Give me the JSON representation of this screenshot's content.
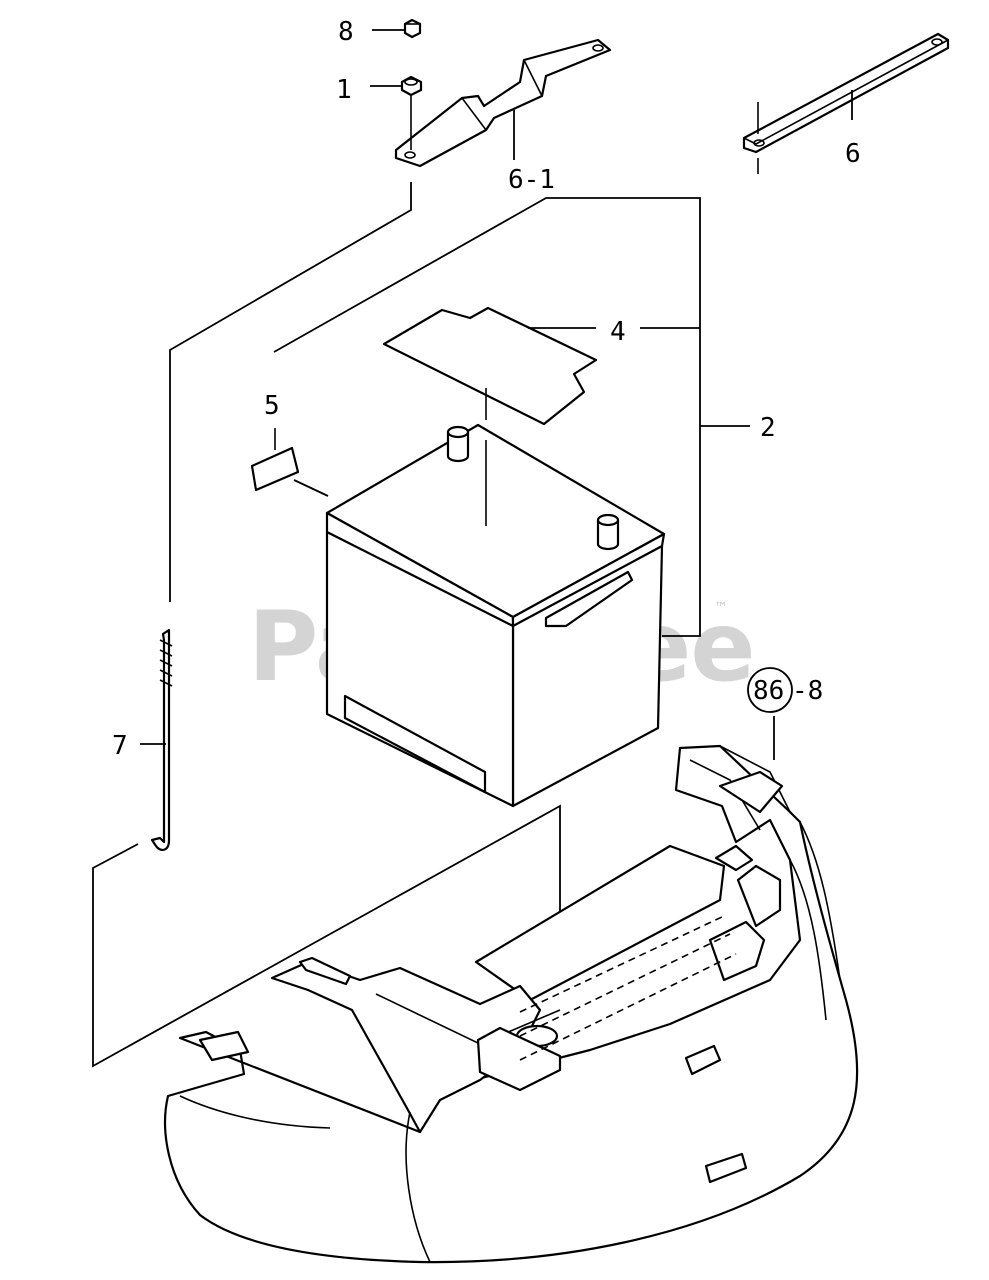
{
  "watermark": {
    "text": "PartsTree",
    "trademark": "™"
  },
  "callouts": {
    "part_8": "8",
    "part_1": "1",
    "part_6_1": "6-1",
    "part_6": "6",
    "part_4": "4",
    "part_5": "5",
    "part_2": "2",
    "part_7": "7",
    "ref_86": "86",
    "ref_86_suffix": "-8"
  },
  "colors": {
    "line": "#000000",
    "watermark": "#d4d4d4",
    "background": "#ffffff"
  }
}
